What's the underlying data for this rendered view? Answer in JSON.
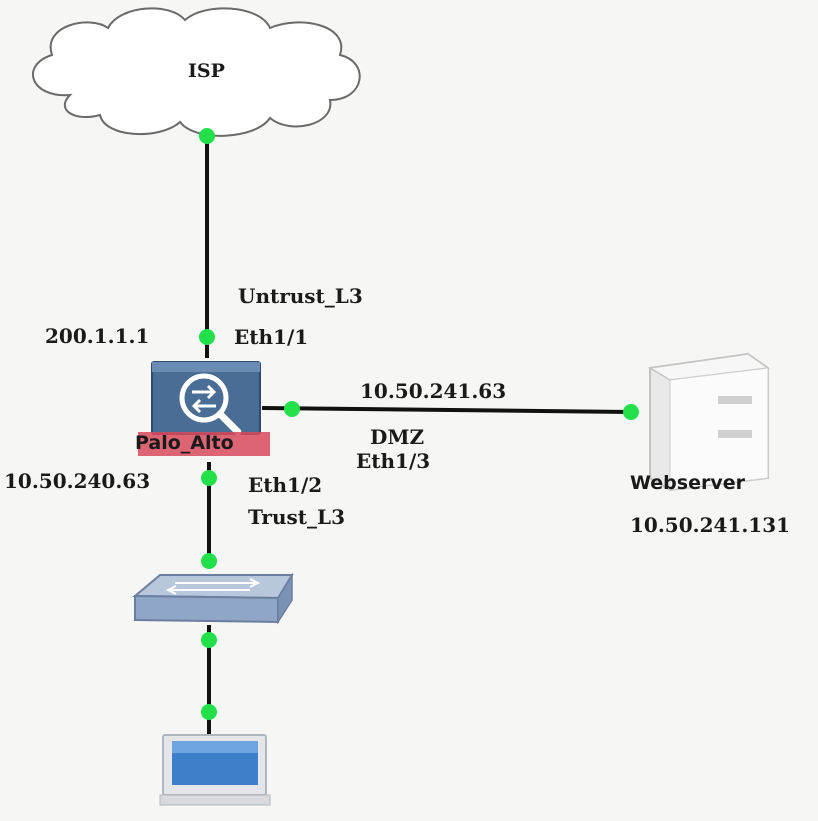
{
  "nodes": {
    "isp": {
      "label": "ISP"
    },
    "firewall": {
      "label": "Palo_Alto"
    },
    "webserver": {
      "label": "Webserver",
      "ip": "10.50.241.131"
    },
    "switch": {},
    "client": {}
  },
  "interfaces": {
    "untrust": {
      "zone": "Untrust_L3",
      "ip": "200.1.1.1",
      "port": "Eth1/1"
    },
    "dmz": {
      "zone": "DMZ",
      "ip": "10.50.241.63",
      "port": "Eth1/3"
    },
    "trust": {
      "zone": "Trust_L3",
      "ip": "10.50.240.63",
      "port": "Eth1/2"
    }
  },
  "colors": {
    "link": "#111111",
    "port_dot": "#22e04a",
    "firewall_body": "#4a6d95",
    "firewall_label_bg": "#d84a5a",
    "cloud_fill": "#ffffff",
    "cloud_stroke": "#6a6a6a"
  },
  "icons": {
    "isp": "cloud-icon",
    "firewall": "firewall-icon",
    "webserver": "server-icon",
    "switch": "switch-icon",
    "client": "monitor-icon"
  }
}
